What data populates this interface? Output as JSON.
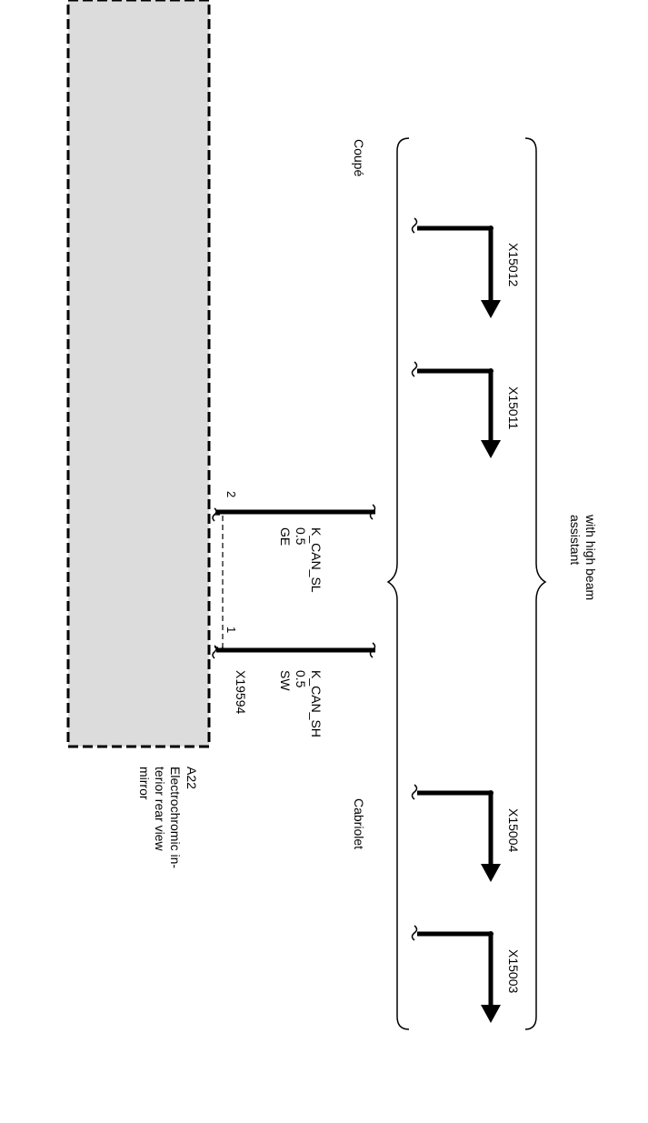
{
  "component": {
    "id": "A22",
    "desc_line1": "Electrochromic in-",
    "desc_line2": "terior rear view",
    "desc_line3": "mirror",
    "connector": "X19594"
  },
  "pins": [
    {
      "number": "2",
      "signal": "K_CAN_SL",
      "size": "0.5",
      "color": "GE"
    },
    {
      "number": "1",
      "signal": "K_CAN_SH",
      "size": "0.5",
      "color": "SW"
    }
  ],
  "variants": {
    "coupe": "Coupé",
    "cabriolet": "Cabriolet",
    "high_beam_line1": "with high beam",
    "high_beam_line2": "assistant"
  },
  "targets": [
    "X15012",
    "X15011",
    "X15004",
    "X15003"
  ],
  "colors": {
    "module_fill": "#dcdcdc",
    "line": "#000000"
  }
}
